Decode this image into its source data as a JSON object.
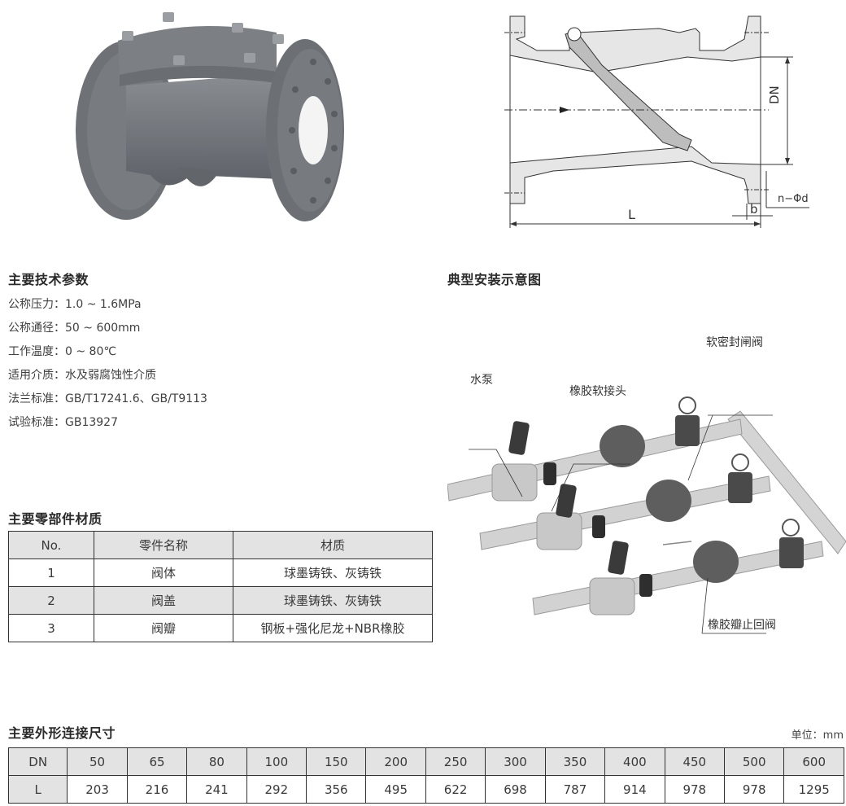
{
  "product_photo": {
    "icon": "swing-check-valve-photo"
  },
  "drawing": {
    "icon": "check-valve-cross-section-drawing",
    "labels": {
      "dn": "DN",
      "l": "L",
      "b": "b",
      "holes": "n−Φd"
    }
  },
  "specs": {
    "title": "主要技术参数",
    "items": [
      {
        "label": "公称压力：",
        "value": "1.0 ~ 1.6MPa"
      },
      {
        "label": "公称通径：",
        "value": "50 ~ 600mm"
      },
      {
        "label": "工作温度：",
        "value": "0 ~ 80℃"
      },
      {
        "label": "适用介质：",
        "value": "水及弱腐蚀性介质"
      },
      {
        "label": "法兰标准：",
        "value": "GB/T17241.6、GB/T9113"
      },
      {
        "label": "试验标准：",
        "value": "GB13927"
      }
    ]
  },
  "install": {
    "title": "典型安装示意图",
    "callouts": {
      "pump": "水泵",
      "rubber_joint": "橡胶软接头",
      "gate_valve": "软密封闸阀",
      "check_valve": "橡胶瓣止回阀"
    }
  },
  "parts": {
    "title": "主要零部件材质",
    "headers": [
      "No.",
      "零件名称",
      "材质"
    ],
    "rows": [
      [
        "1",
        "阀体",
        "球墨铸铁、灰铸铁"
      ],
      [
        "2",
        "阀盖",
        "球墨铸铁、灰铸铁"
      ],
      [
        "3",
        "阀瓣",
        "钢板+强化尼龙+NBR橡胶"
      ]
    ]
  },
  "dimensions": {
    "title": "主要外形连接尺寸",
    "unit": "单位：mm",
    "row_labels": [
      "DN",
      "L"
    ],
    "dn": [
      "50",
      "65",
      "80",
      "100",
      "150",
      "200",
      "250",
      "300",
      "350",
      "400",
      "450",
      "500",
      "600"
    ],
    "l": [
      "203",
      "216",
      "241",
      "292",
      "356",
      "495",
      "622",
      "698",
      "787",
      "914",
      "978",
      "978",
      "1295"
    ]
  }
}
